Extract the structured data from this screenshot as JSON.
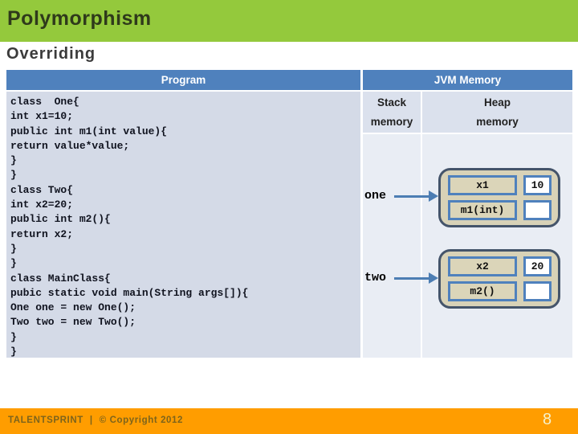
{
  "slide": {
    "title": "Polymorphism",
    "subtitle": "Overriding",
    "page_number": "8"
  },
  "table": {
    "program_header": "Program",
    "jvm_header": "JVM Memory",
    "stack_header": [
      "Stack",
      "memory"
    ],
    "heap_header": [
      "Heap",
      "memory"
    ],
    "code_lines": [
      "class  One{",
      "int x1=10;",
      "public int m1(int value){",
      "return value*value;",
      "}",
      "}",
      "class Two{",
      "int x2=20;",
      "public int m2(){",
      "return x2;",
      "}",
      "}",
      "class MainClass{",
      "pubic static void main(String args[]){",
      "One one = new One();",
      "Two two = new Two();",
      "}",
      "}"
    ]
  },
  "heap_objects": [
    {
      "ref_label": "one",
      "field_name": "x1",
      "field_value": "10",
      "method_name": "m1(int)"
    },
    {
      "ref_label": "two",
      "field_name": "x2",
      "field_value": "20",
      "method_name": "m2()"
    }
  ],
  "footer": {
    "brand": "TALENTSPRINT",
    "separator": "|",
    "copyright": "© Copyright 2012"
  },
  "colors": {
    "header_green": "#94C93C",
    "table_header_blue": "#4F81BD",
    "code_bg": "#D4DAE7",
    "memory_header_bg": "#DBE1ED",
    "memory_body_bg": "#E9EDF4",
    "object_fill_tan": "#D8D2B7",
    "object_border_slate": "#44546A",
    "cell_border_blue": "#4F81BD",
    "arrow_blue": "#4C7DB3",
    "footer_orange": "#FF9D00",
    "footer_text_brown": "#7D641C"
  }
}
